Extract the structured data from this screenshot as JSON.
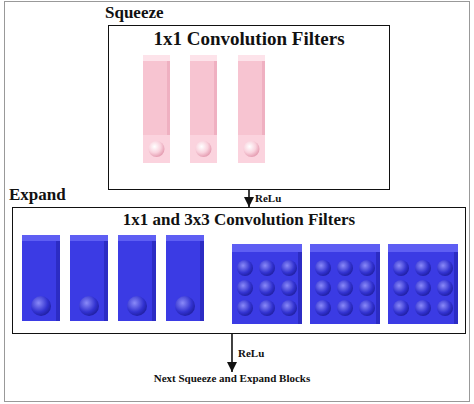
{
  "diagram": {
    "nodes": [
      {
        "text": [
          "Squeeze",
          "1x1 Convolution Filters"
        ]
      },
      {
        "text": [
          "Expand",
          "1x1 and 3x3 Convolution Filters"
        ]
      },
      {
        "text": [
          "Next Squeeze and Expand Blocks"
        ]
      }
    ],
    "edges": [
      {
        "from": 0,
        "to": 1,
        "arrow": "to",
        "label": "ReLu"
      },
      {
        "from": 1,
        "to": 2,
        "arrow": "to",
        "label": "ReLu"
      }
    ]
  }
}
